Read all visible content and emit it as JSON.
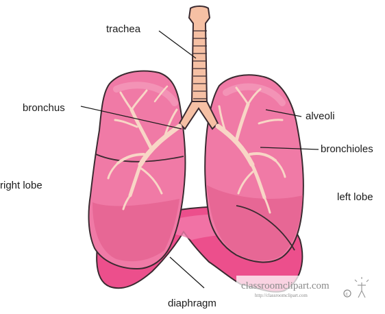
{
  "labels": {
    "trachea": "trachea",
    "bronchus": "bronchus",
    "alveoli": "alveoli",
    "bronchioles": "bronchioles",
    "right_lobe": "right lobe",
    "left_lobe": "left lobe",
    "diaphragm": "diaphragm"
  },
  "watermark": {
    "brand": "classroomclipart.com",
    "url": "http://classroomclipart.com"
  },
  "colors": {
    "lung_fill": "#f07aa6",
    "lung_light": "#f5a3c2",
    "lung_shadow": "#e2608f",
    "outline": "#3a2a30",
    "diaphragm_fill": "#ec4f8c",
    "diaphragm_light": "#f27aab",
    "trachea_fill": "#f6c0a4",
    "bronchi_fill": "#f8d6c6"
  }
}
